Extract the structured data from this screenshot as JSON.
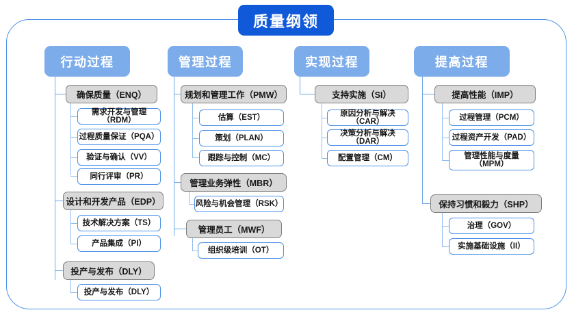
{
  "diagram": {
    "title": "质量纲领",
    "frame_color": "#4a90e8",
    "title_color": "#1059d8",
    "category_color": "#7cace9",
    "group_color": "#d9d9d9",
    "leaf_border_color": "#4a90e8",
    "connector_color": "#6ba7e8"
  },
  "columns": [
    {
      "id": "col-action",
      "category": "行动过程",
      "groups": [
        {
          "label": "确保质量（ENQ）",
          "leaves": [
            "需求开发与管理（RDM）",
            "过程质量保证（PQA）",
            "验证与确认（VV）",
            "同行评审（PR）"
          ]
        },
        {
          "label": "设计和开发产品（EDP）",
          "leaves": [
            "技术解决方案（TS）",
            "产品集成（PI）"
          ]
        },
        {
          "label": "投产与发布（DLY）",
          "leaves": [
            "投产与发布（DLY）"
          ]
        }
      ]
    },
    {
      "id": "col-manage",
      "category": "管理过程",
      "groups": [
        {
          "label": "规划和管理工作（PMW）",
          "leaves": [
            "估算（EST）",
            "策划（PLAN）",
            "跟踪与控制（MC）"
          ]
        },
        {
          "label": "管理业务弹性（MBR）",
          "leaves": [
            "风险与机会管理（RSK）"
          ]
        },
        {
          "label": "管理员工（MWF）",
          "leaves": [
            "组织级培训（OT）"
          ]
        }
      ]
    },
    {
      "id": "col-implement",
      "category": "实现过程",
      "groups": [
        {
          "label": "支持实施（SI）",
          "leaves": [
            "原因分析与解决（CAR）",
            "决策分析与解决（DAR）",
            "配置管理（CM）"
          ]
        }
      ]
    },
    {
      "id": "col-improve",
      "category": "提高过程",
      "groups": [
        {
          "label": "提高性能（IMP）",
          "leaves": [
            "过程管理（PCM）",
            "过程资产开发（PAD）",
            "管理性能与度量\n（MPM）"
          ]
        },
        {
          "label": "保持习惯和毅力（SHP）",
          "leaves": [
            "治理（GOV）",
            "实施基础设施（II）"
          ]
        }
      ]
    }
  ]
}
